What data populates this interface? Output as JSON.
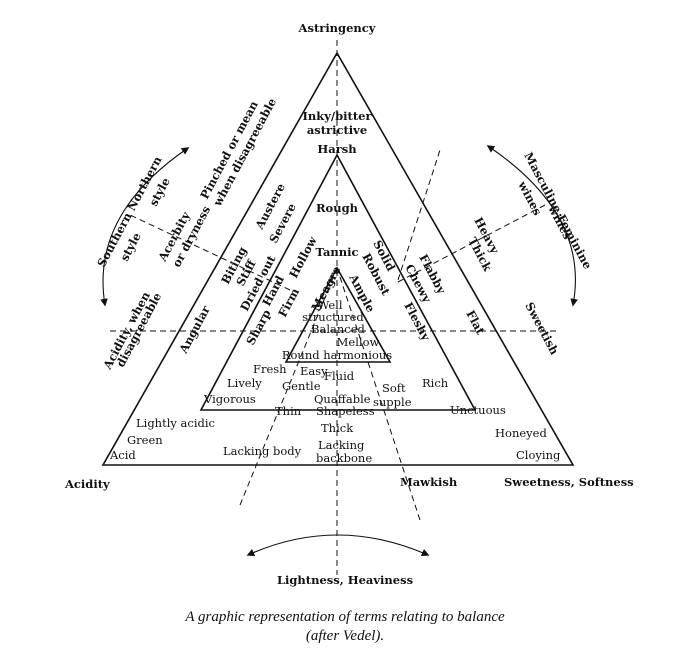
{
  "vertices": {
    "top": "Astringency",
    "left": "Acidity",
    "right": "Sweetness, Softness",
    "bottom": "Lightness, Heaviness"
  },
  "terms": {
    "inky": "Inky/bitter",
    "astrictive": "astrictive",
    "harsh": "Harsh",
    "rough": "Rough",
    "tannic": "Tannic",
    "well": "Well",
    "structured": "structured",
    "balanced": "Balanced",
    "mellow": "Mellow",
    "round_harmonious": "Round harmonious",
    "austere": "Austere",
    "severe": "Severe",
    "hollow": "Hollow",
    "biting": "Biting",
    "stiff": "Stiff",
    "dried_out": "Dried out",
    "hard": "Hard",
    "firm": "Firm",
    "meagre": "Meagre",
    "angular": "Angular",
    "sharp": "Sharp",
    "solid": "Solid",
    "robust": "Robust",
    "ample": "Ample",
    "flabby": "Flabby",
    "chewy": "Chewy",
    "fleshy": "Fleshy",
    "thick_diag": "Thick",
    "heavy": "Heavy",
    "flat": "Flat",
    "fresh": "Fresh",
    "easy": "Easy",
    "fluid": "Fluid",
    "lively": "Lively",
    "gentle": "Gentle",
    "vigorous": "Vigorous",
    "quaffable": "Quaffable",
    "soft": "Soft",
    "supple": "supple",
    "rich": "Rich",
    "thin": "Thin",
    "shapeless": "Shapeless",
    "unctuous": "Unctuous",
    "lightly_acidic": "Lightly acidic",
    "green": "Green",
    "acid": "Acid",
    "thick": "Thick",
    "lacking_body": "Lacking body",
    "lacking": "Lacking",
    "backbone": "backbone",
    "honeyed": "Honeyed",
    "cloying": "Cloying",
    "mawkish": "Mawkish"
  },
  "outer_notes": {
    "pinched_1": "Pinched or mean",
    "pinched_2": "when disagreeable",
    "southern_northern": "Southern Northern",
    "style_a": "style",
    "style_b": "style",
    "acerbity": "Acerbity",
    "or_dryness": "or dryness",
    "acidity_when": "Acidity, when",
    "disagreeable": "disagreeable",
    "masculine_feminine": "Masculine Feminine",
    "wines_a": "wines",
    "wines_b": "wines",
    "sweetish": "Sweetish"
  },
  "caption": {
    "line1": "A graphic representation of terms relating to balance",
    "line2": "(after Vedel)."
  }
}
